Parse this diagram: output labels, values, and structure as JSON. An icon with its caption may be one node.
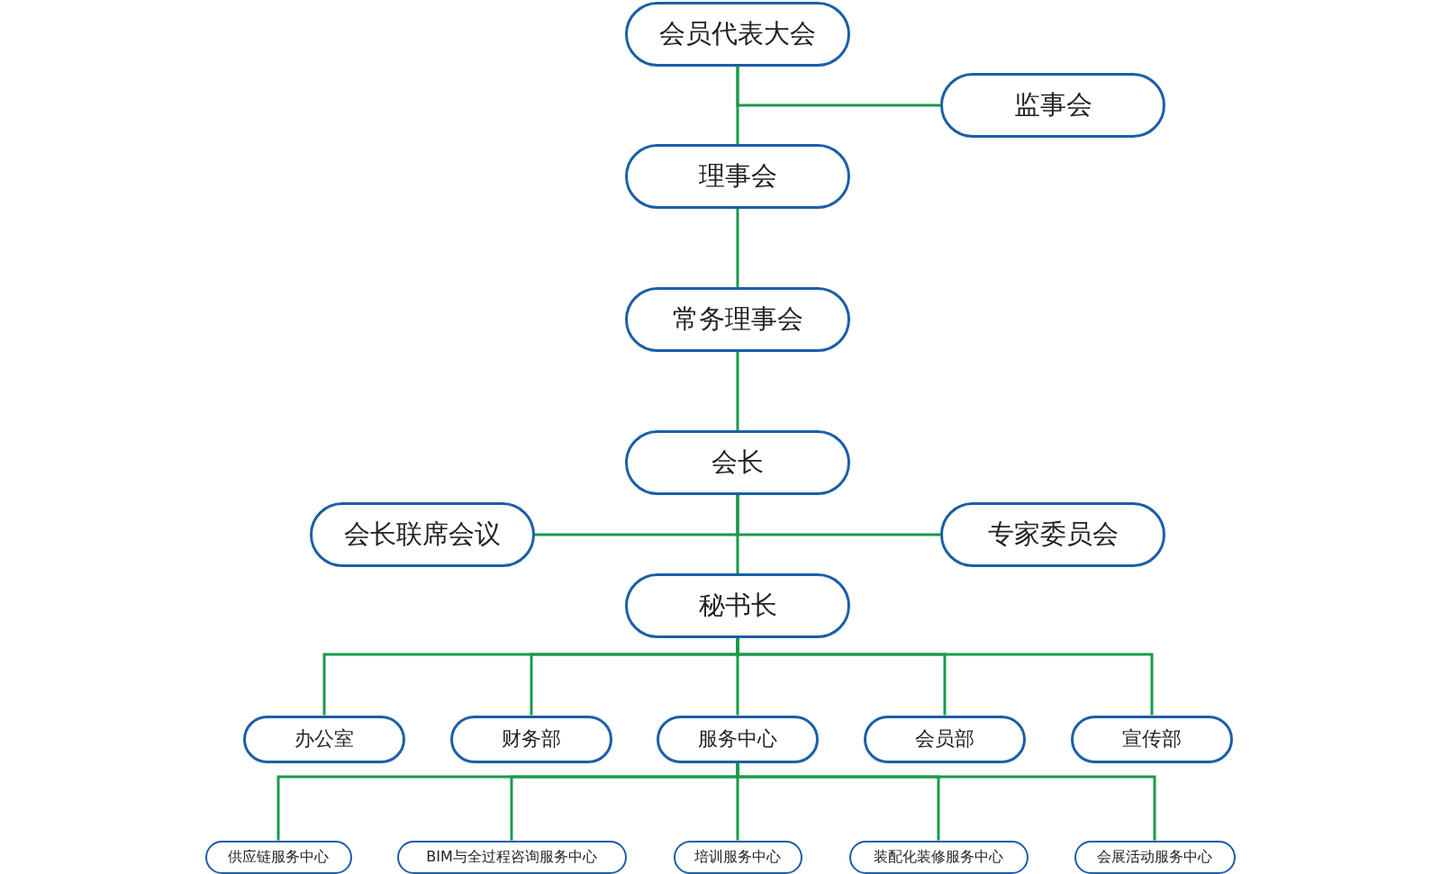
{
  "diagram": {
    "nodes": [
      {
        "text": [
          "会员代表大会"
        ]
      },
      {
        "text": [
          "监事会"
        ]
      },
      {
        "text": [
          "理事会"
        ]
      },
      {
        "text": [
          "常务理事会"
        ]
      },
      {
        "text": [
          "会长"
        ]
      },
      {
        "text": [
          "会长联席会议"
        ]
      },
      {
        "text": [
          "专家委员会"
        ]
      },
      {
        "text": [
          "秘书长"
        ]
      },
      {
        "text": [
          "办公室"
        ]
      },
      {
        "text": [
          "财务部"
        ]
      },
      {
        "text": [
          "服务中心"
        ]
      },
      {
        "text": [
          "会员部"
        ]
      },
      {
        "text": [
          "宣传部"
        ]
      },
      {
        "text": [
          "供应链服务中心"
        ]
      },
      {
        "text": [
          "BIM与全过程咨询服务中心"
        ]
      },
      {
        "text": [
          "培训服务中心"
        ]
      },
      {
        "text": [
          "装配化装修服务中心"
        ]
      },
      {
        "text": [
          "会展活动服务中心"
        ]
      }
    ],
    "edges": [
      {
        "from": 0,
        "to": 1,
        "arrow": "none"
      },
      {
        "from": 0,
        "to": 2,
        "arrow": "none"
      },
      {
        "from": 2,
        "to": 3,
        "arrow": "none"
      },
      {
        "from": 3,
        "to": 4,
        "arrow": "none"
      },
      {
        "from": 4,
        "to": 5,
        "arrow": "none"
      },
      {
        "from": 4,
        "to": 6,
        "arrow": "none"
      },
      {
        "from": 4,
        "to": 7,
        "arrow": "none"
      },
      {
        "from": 7,
        "to": 8,
        "arrow": "none"
      },
      {
        "from": 7,
        "to": 9,
        "arrow": "none"
      },
      {
        "from": 7,
        "to": 10,
        "arrow": "none"
      },
      {
        "from": 7,
        "to": 11,
        "arrow": "none"
      },
      {
        "from": 7,
        "to": 12,
        "arrow": "none"
      },
      {
        "from": 10,
        "to": 13,
        "arrow": "none"
      },
      {
        "from": 10,
        "to": 14,
        "arrow": "none"
      },
      {
        "from": 10,
        "to": 15,
        "arrow": "none"
      },
      {
        "from": 10,
        "to": 16,
        "arrow": "none"
      },
      {
        "from": 10,
        "to": 17,
        "arrow": "none"
      }
    ]
  }
}
